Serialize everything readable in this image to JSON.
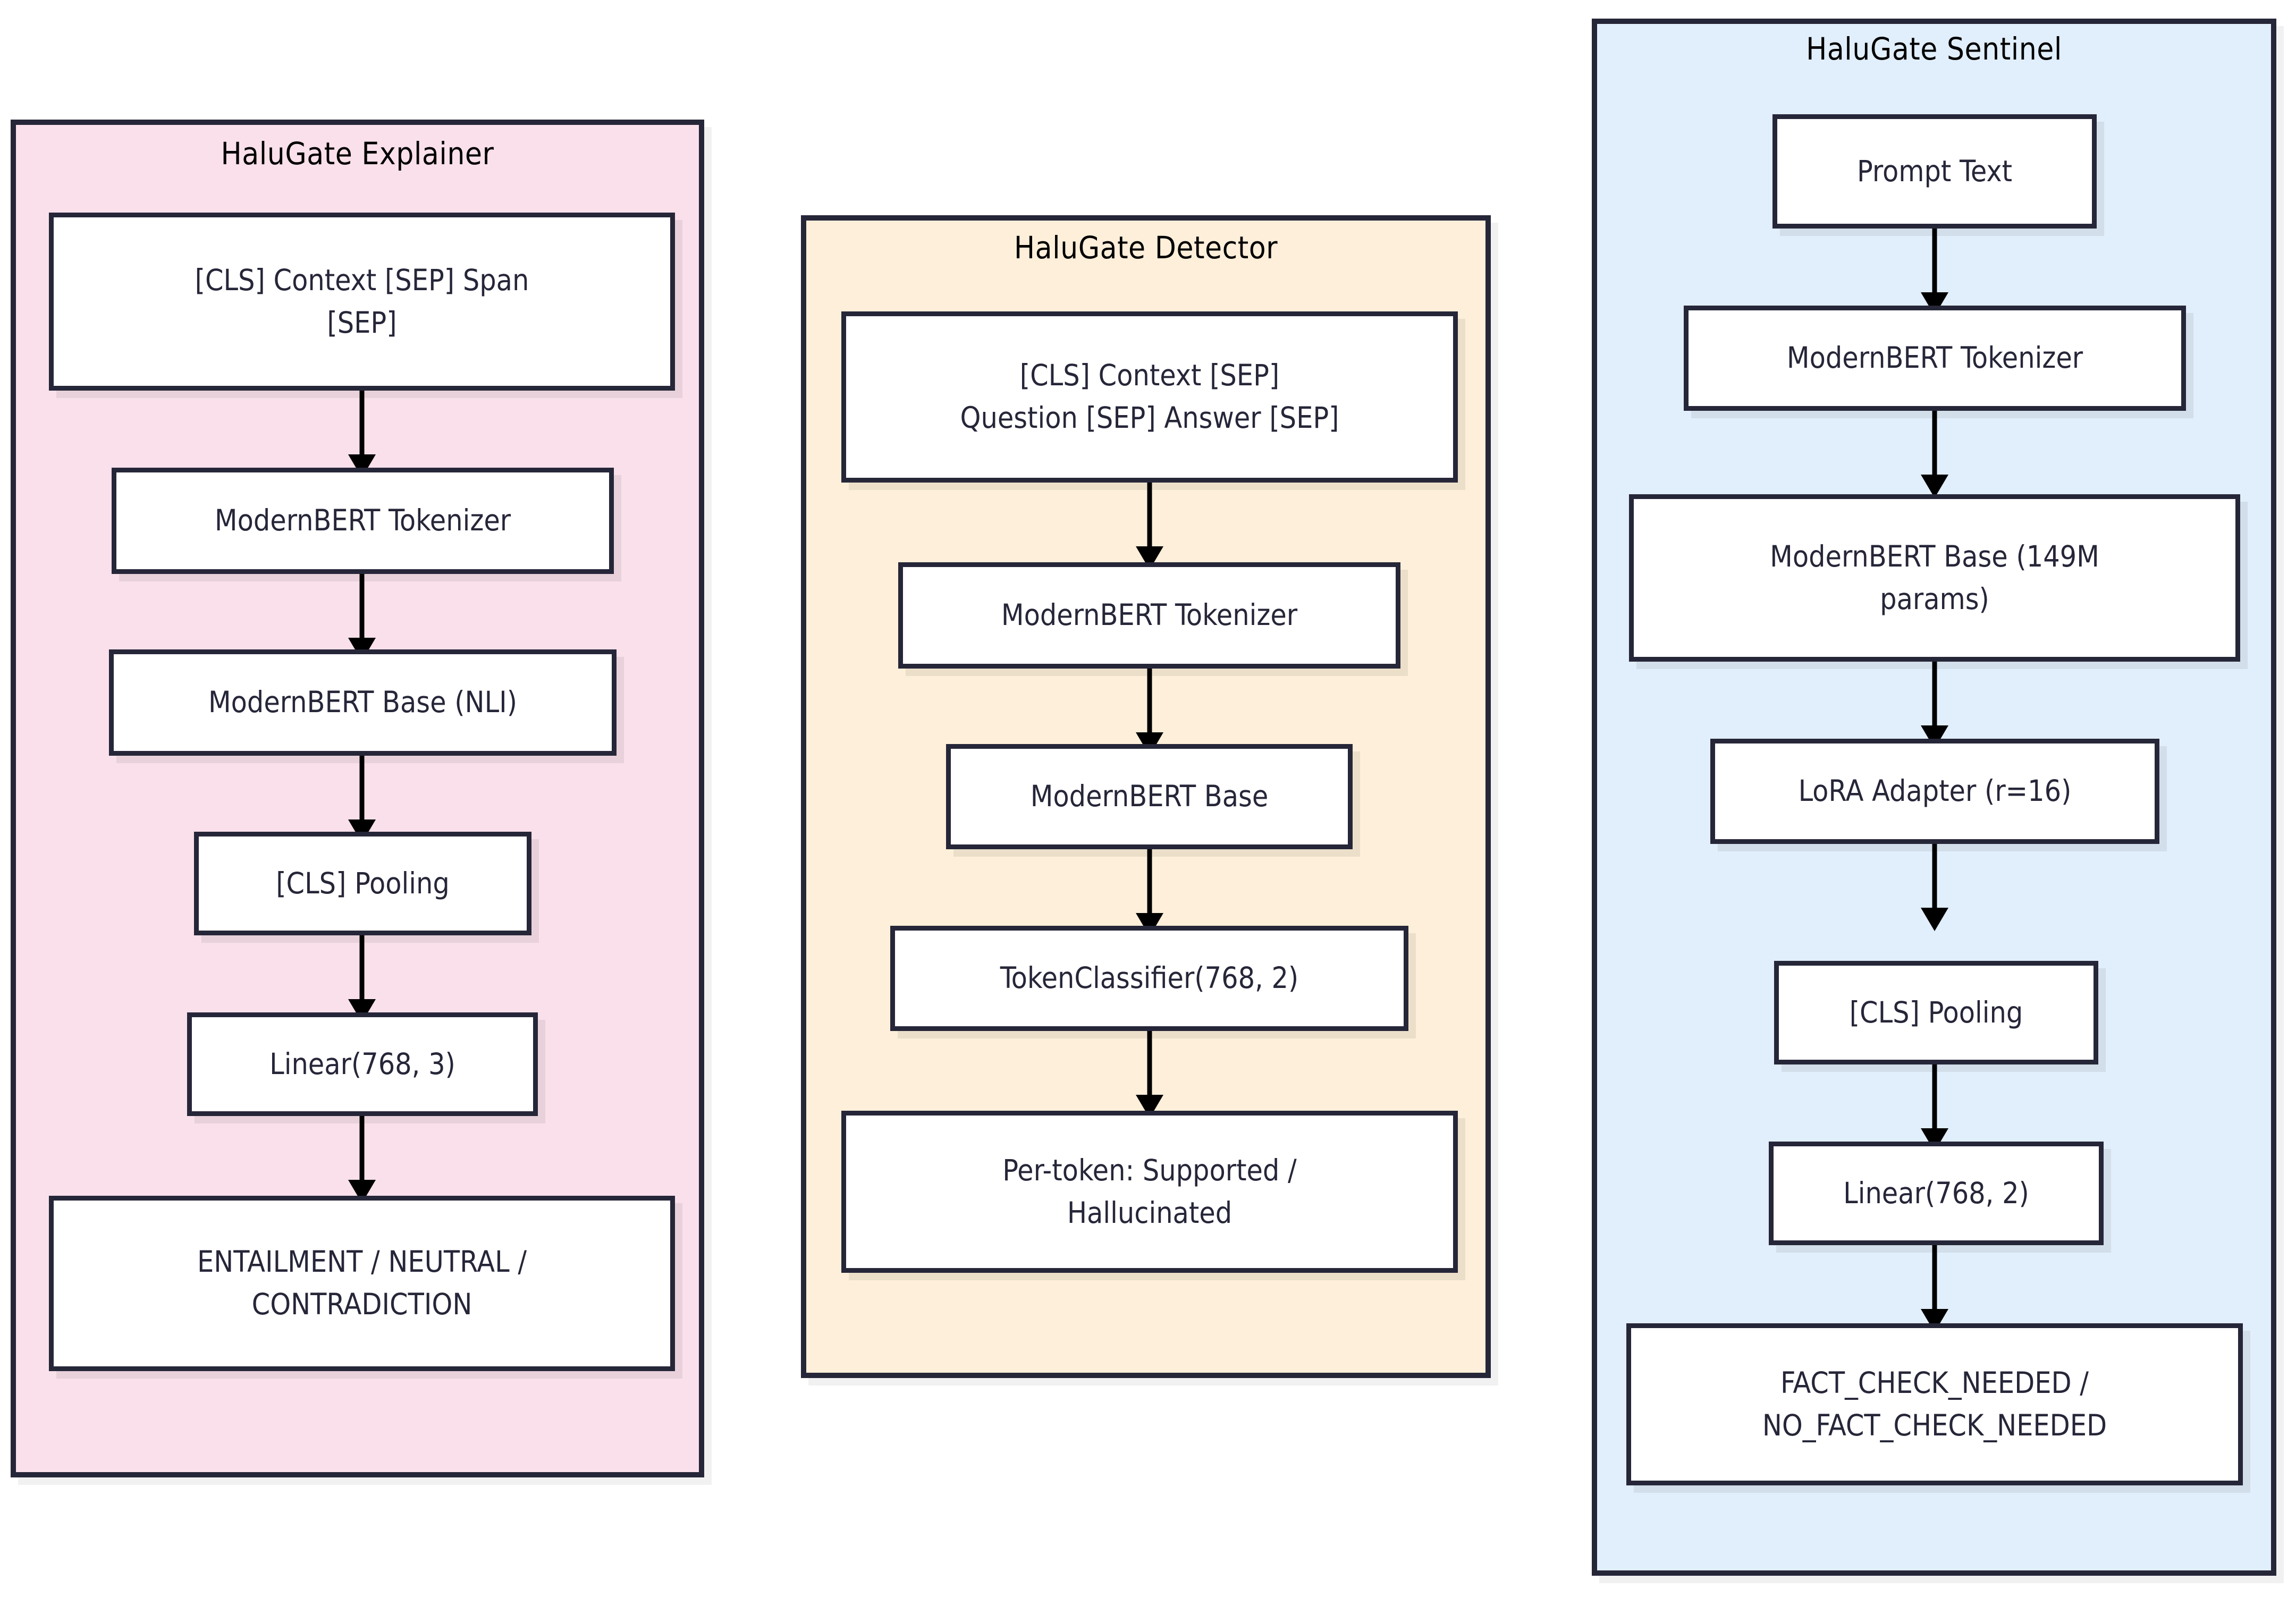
{
  "diagram": {
    "type": "flowchart",
    "orientation": "three-parallel-pipelines",
    "background": "#ffffff",
    "colors": {
      "border": "#262639",
      "node_fill": "#ffffff",
      "node_text": "#262639",
      "title_text": "#000000",
      "explainer_fill": "#f9e0ea",
      "detector_fill": "#fdefd9",
      "sentinel_fill": "#e1eefb",
      "arrow": "#000000"
    }
  },
  "columns": [
    {
      "id": "explainer",
      "title": "HaluGate Explainer",
      "fill": "#f9e0ea",
      "nodes": [
        {
          "id": "exp-input",
          "label": "[CLS] Context [SEP] Span\n[SEP]"
        },
        {
          "id": "exp-tokenizer",
          "label": "ModernBERT Tokenizer"
        },
        {
          "id": "exp-base",
          "label": "ModernBERT Base (NLI)"
        },
        {
          "id": "exp-pooling",
          "label": "[CLS] Pooling"
        },
        {
          "id": "exp-linear",
          "label": "Linear(768, 3)"
        },
        {
          "id": "exp-output",
          "label": "ENTAILMENT / NEUTRAL /\nCONTRADICTION"
        }
      ],
      "edges": [
        {
          "from": "exp-input",
          "to": "exp-tokenizer"
        },
        {
          "from": "exp-tokenizer",
          "to": "exp-base"
        },
        {
          "from": "exp-base",
          "to": "exp-pooling"
        },
        {
          "from": "exp-pooling",
          "to": "exp-linear"
        },
        {
          "from": "exp-linear",
          "to": "exp-output"
        }
      ]
    },
    {
      "id": "detector",
      "title": "HaluGate Detector",
      "fill": "#fdefd9",
      "nodes": [
        {
          "id": "det-input",
          "label": "[CLS] Context [SEP]\nQuestion [SEP] Answer [SEP]"
        },
        {
          "id": "det-tokenizer",
          "label": "ModernBERT Tokenizer"
        },
        {
          "id": "det-base",
          "label": "ModernBERT Base"
        },
        {
          "id": "det-classifier",
          "label": "TokenClassifier(768, 2)"
        },
        {
          "id": "det-output",
          "label": "Per-token: Supported /\nHallucinated"
        }
      ],
      "edges": [
        {
          "from": "det-input",
          "to": "det-tokenizer"
        },
        {
          "from": "det-tokenizer",
          "to": "det-base"
        },
        {
          "from": "det-base",
          "to": "det-classifier"
        },
        {
          "from": "det-classifier",
          "to": "det-output"
        }
      ]
    },
    {
      "id": "sentinel",
      "title": "HaluGate Sentinel",
      "fill": "#e1eefb",
      "nodes": [
        {
          "id": "sen-prompt",
          "label": "Prompt Text"
        },
        {
          "id": "sen-tokenizer",
          "label": "ModernBERT Tokenizer"
        },
        {
          "id": "sen-base",
          "label": "ModernBERT Base (149M\nparams)"
        },
        {
          "id": "sen-lora",
          "label": "LoRA Adapter (r=16)"
        },
        {
          "id": "sen-pooling",
          "label": "[CLS] Pooling"
        },
        {
          "id": "sen-linear",
          "label": "Linear(768, 2)"
        },
        {
          "id": "sen-output",
          "label": "FACT_CHECK_NEEDED /\nNO_FACT_CHECK_NEEDED"
        }
      ],
      "edges": [
        {
          "from": "sen-prompt",
          "to": "sen-tokenizer"
        },
        {
          "from": "sen-tokenizer",
          "to": "sen-base"
        },
        {
          "from": "sen-base",
          "to": "sen-lora"
        },
        {
          "from": "sen-lora",
          "to": "sen-pooling"
        },
        {
          "from": "sen-pooling",
          "to": "sen-linear"
        },
        {
          "from": "sen-linear",
          "to": "sen-output"
        }
      ]
    }
  ]
}
